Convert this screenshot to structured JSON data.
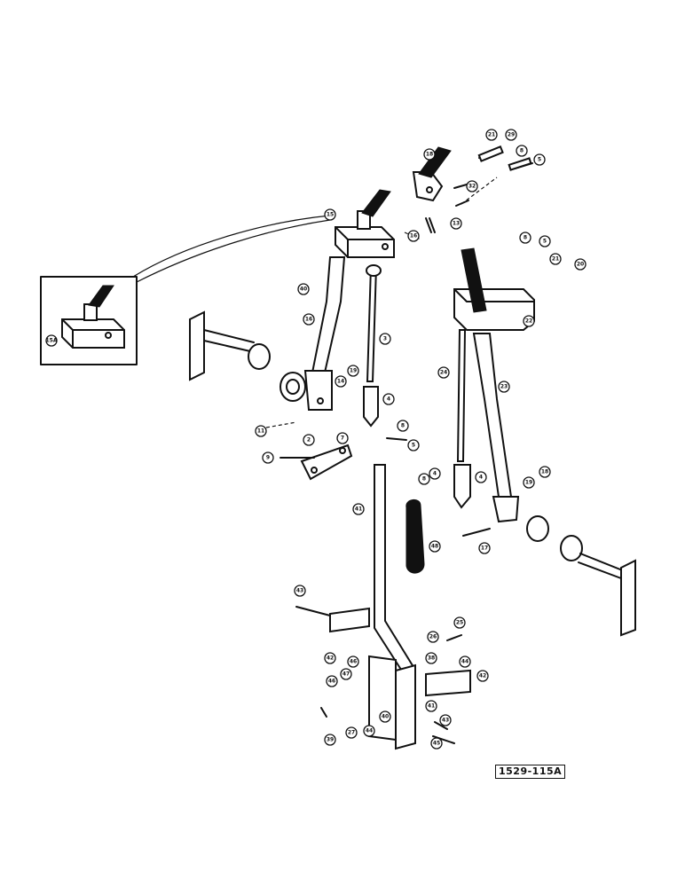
{
  "drawing_number": "1529-115A",
  "callouts": {
    "c1": "21",
    "c2": "29",
    "c3": "8",
    "c4": "5",
    "c5": "18",
    "c6": "32",
    "c7": "13",
    "c8": "15",
    "c9": "16",
    "c10": "15A",
    "c11": "40",
    "c12": "16",
    "c13": "3",
    "c14": "14",
    "c15": "19",
    "c16": "4",
    "c17": "11",
    "c18": "8",
    "c19": "5",
    "c20": "2",
    "c21": "7",
    "c22": "9",
    "c23": "8",
    "c24": "5",
    "c25": "21",
    "c26": "20",
    "c27": "22",
    "c28": "24",
    "c29": "23",
    "c30": "4",
    "c31": "4",
    "c32": "8",
    "c33": "18",
    "c34": "19",
    "c35": "17",
    "c36": "41",
    "c37": "48",
    "c38": "43",
    "c39": "42",
    "c40": "46",
    "c41": "25",
    "c42": "26",
    "c43": "38",
    "c44": "44",
    "c45": "42",
    "c46": "46",
    "c47": "47",
    "c48": "41",
    "c49": "40",
    "c50": "39",
    "c51": "27",
    "c52": "44",
    "c53": "43",
    "c54": "45"
  }
}
